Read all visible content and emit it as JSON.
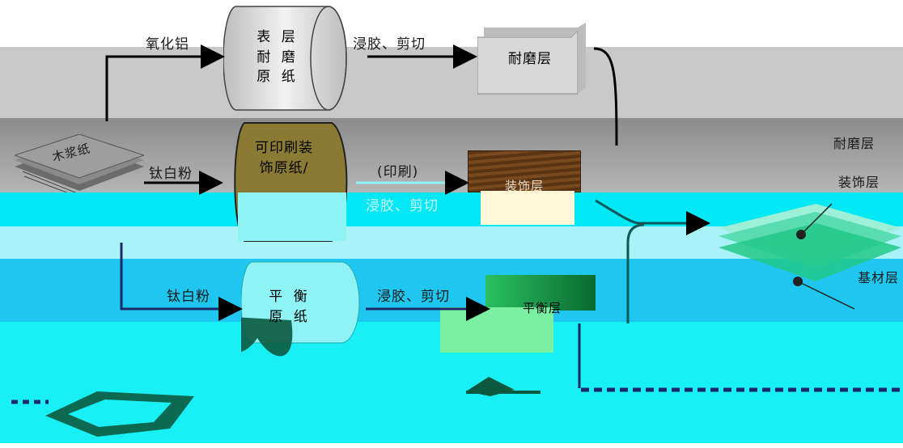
{
  "colors": {
    "band_gray": "#c9c9c9",
    "band_dark": "#8c8c8c",
    "band_cyan": "#00e8f4",
    "band_cyan_light": "#b7f6fa",
    "band_blue": "#1fc6f0",
    "roll_gray": "#d4d4d4",
    "roll_olive": "#7a6a2a",
    "roll_cyan": "#8ff3f6",
    "wood": "#5a3414",
    "green": "#1ea05a",
    "arrow": "#000000"
  },
  "source": {
    "label": "木浆纸"
  },
  "top_row": {
    "additive": "氧化铝",
    "roll_lines": [
      "表 层",
      "耐 磨",
      "原 纸"
    ],
    "process": "浸胶、剪切",
    "product": "耐磨层"
  },
  "middle_row": {
    "additive": "钛白粉",
    "roll_lines": [
      "可印刷装",
      "饰原纸/"
    ],
    "process": "(印刷)",
    "process2": "浸胶、剪切",
    "product": "装饰层"
  },
  "bottom_row": {
    "additive": "钛白粉",
    "roll_lines": [
      "平 衡",
      "原 纸"
    ],
    "process": "浸胶、剪切",
    "product": "平衡层"
  },
  "assembly": {
    "layer_labels": [
      "耐磨层",
      "装饰层",
      "基材层"
    ]
  }
}
